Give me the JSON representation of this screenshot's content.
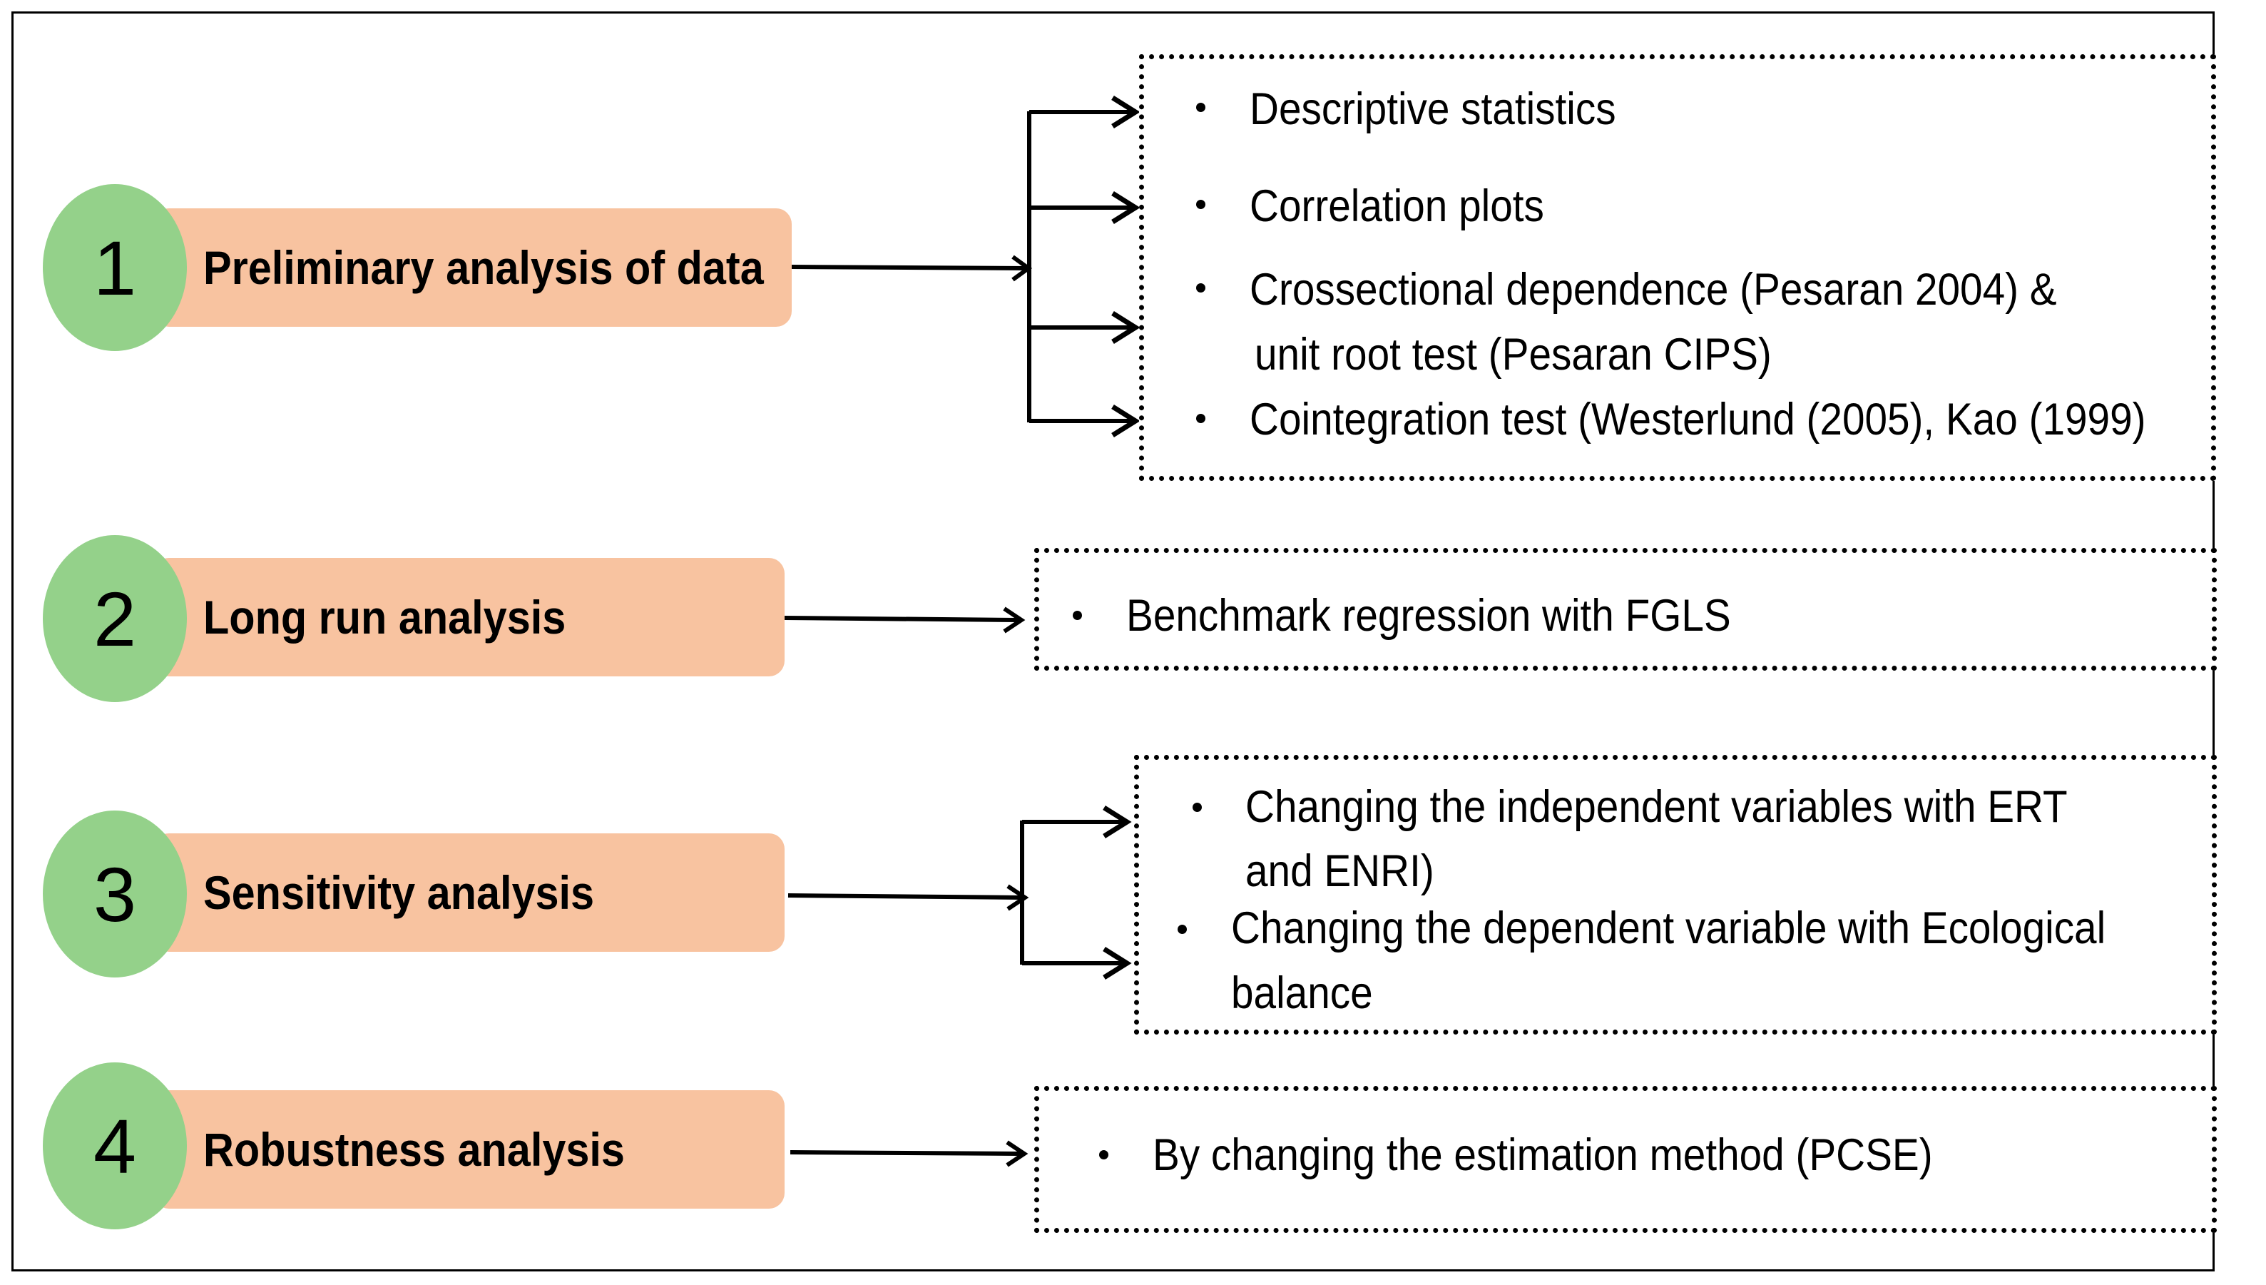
{
  "colors": {
    "pill_fill": "#f8c3a0",
    "circle_fill": "#94d18a",
    "stroke": "#000000"
  },
  "steps": [
    {
      "number": "1",
      "label": "Preliminary analysis of data",
      "items": [
        {
          "lines": [
            "Descriptive statistics"
          ]
        },
        {
          "lines": [
            "Correlation plots"
          ]
        },
        {
          "lines": [
            "Crossectional dependence (Pesaran 2004) &",
            "unit root test (Pesaran CIPS)"
          ]
        },
        {
          "lines": [
            "Cointegration test (Westerlund (2005), Kao (1999)"
          ]
        }
      ]
    },
    {
      "number": "2",
      "label": "Long run analysis",
      "items": [
        {
          "lines": [
            "Benchmark regression with FGLS"
          ]
        }
      ]
    },
    {
      "number": "3",
      "label": "Sensitivity analysis",
      "items": [
        {
          "lines": [
            "Changing the independent variables with ERT",
            "and ENRI)"
          ]
        },
        {
          "lines": [
            "Changing the dependent variable with Ecological",
            "balance"
          ]
        }
      ]
    },
    {
      "number": "4",
      "label": "Robustness analysis",
      "items": [
        {
          "lines": [
            "By changing the estimation method (PCSE)"
          ]
        }
      ]
    }
  ]
}
